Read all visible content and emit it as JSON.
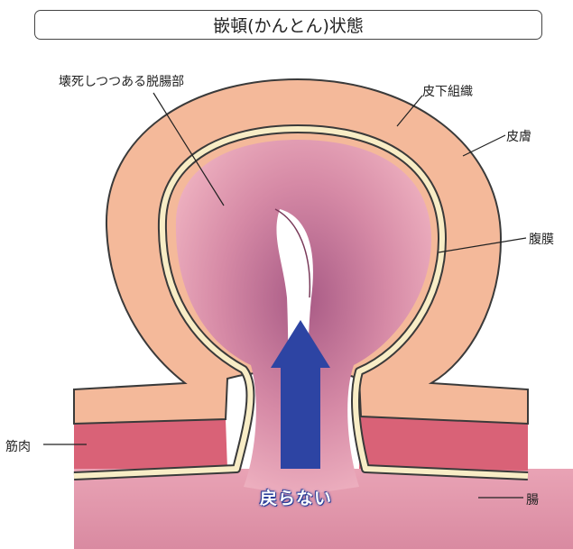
{
  "title": "嵌頓(かんとん)状態",
  "labels": {
    "necrotic": "壊死しつつある脱腸部",
    "subcutaneous": "皮下組織",
    "skin": "皮膚",
    "peritoneum": "腹膜",
    "muscle": "筋肉",
    "intestine": "腸",
    "cannot_return": "戻らない"
  },
  "colors": {
    "skin_outline": "#3a3a3a",
    "subcutaneous": "#f4b99a",
    "peritoneum": "#f8edc6",
    "intestine": "#dd8fa8",
    "muscle": "#d96277",
    "arrow": "#2d44a3"
  }
}
